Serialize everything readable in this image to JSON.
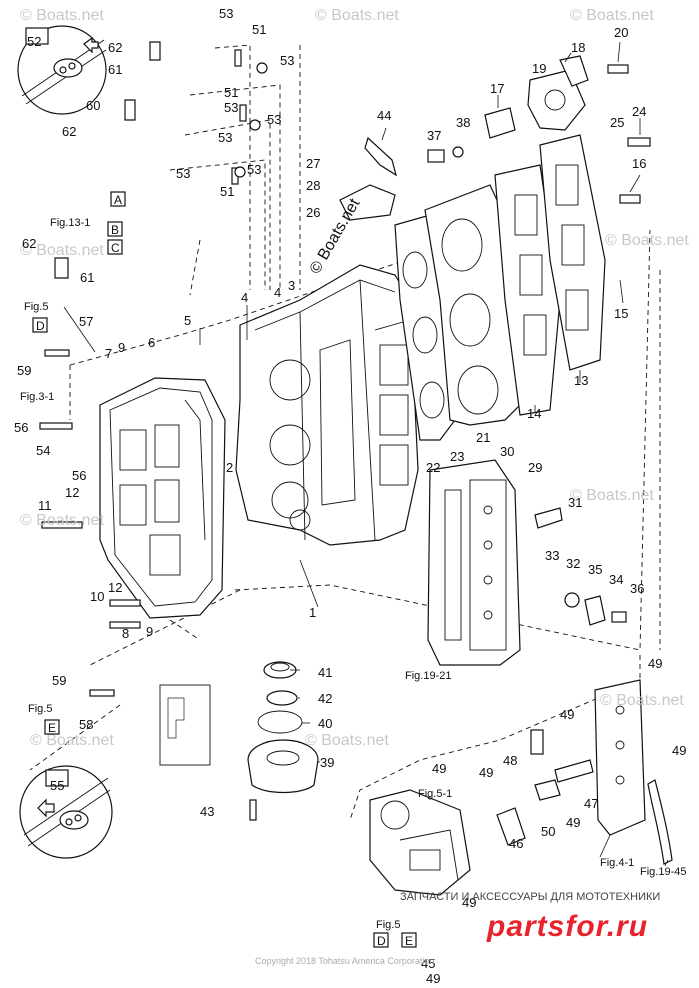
{
  "watermarks": [
    "© Boats.net"
  ],
  "main_watermark": "© Boats.net",
  "part_numbers": [
    "1",
    "2",
    "3",
    "4",
    "5",
    "6",
    "7",
    "8",
    "9",
    "10",
    "11",
    "12",
    "13",
    "14",
    "15",
    "16",
    "17",
    "18",
    "19",
    "20",
    "21",
    "22",
    "23",
    "24",
    "25",
    "26",
    "27",
    "28",
    "29",
    "30",
    "31",
    "32",
    "33",
    "34",
    "35",
    "36",
    "37",
    "38",
    "39",
    "40",
    "41",
    "42",
    "43",
    "44",
    "45",
    "46",
    "47",
    "48",
    "49",
    "50",
    "51",
    "52",
    "53",
    "54",
    "55",
    "56",
    "57",
    "58",
    "59",
    "60",
    "61",
    "62"
  ],
  "figure_refs": [
    "Fig.5",
    "Fig.3-1",
    "Fig.13-1",
    "Fig.5-1",
    "Fig.19-21",
    "Fig.4-1",
    "Fig.19-45"
  ],
  "box_letters": [
    "A",
    "B",
    "C",
    "D",
    "E"
  ],
  "banner_ru": "ЗАПЧАСТИ И АКСЕССУАРЫ ДЛЯ МОТОТЕХНИКИ",
  "brand": "partsfor.ru",
  "copyright": "Copyright 2018 Tohatsu America Corporation"
}
